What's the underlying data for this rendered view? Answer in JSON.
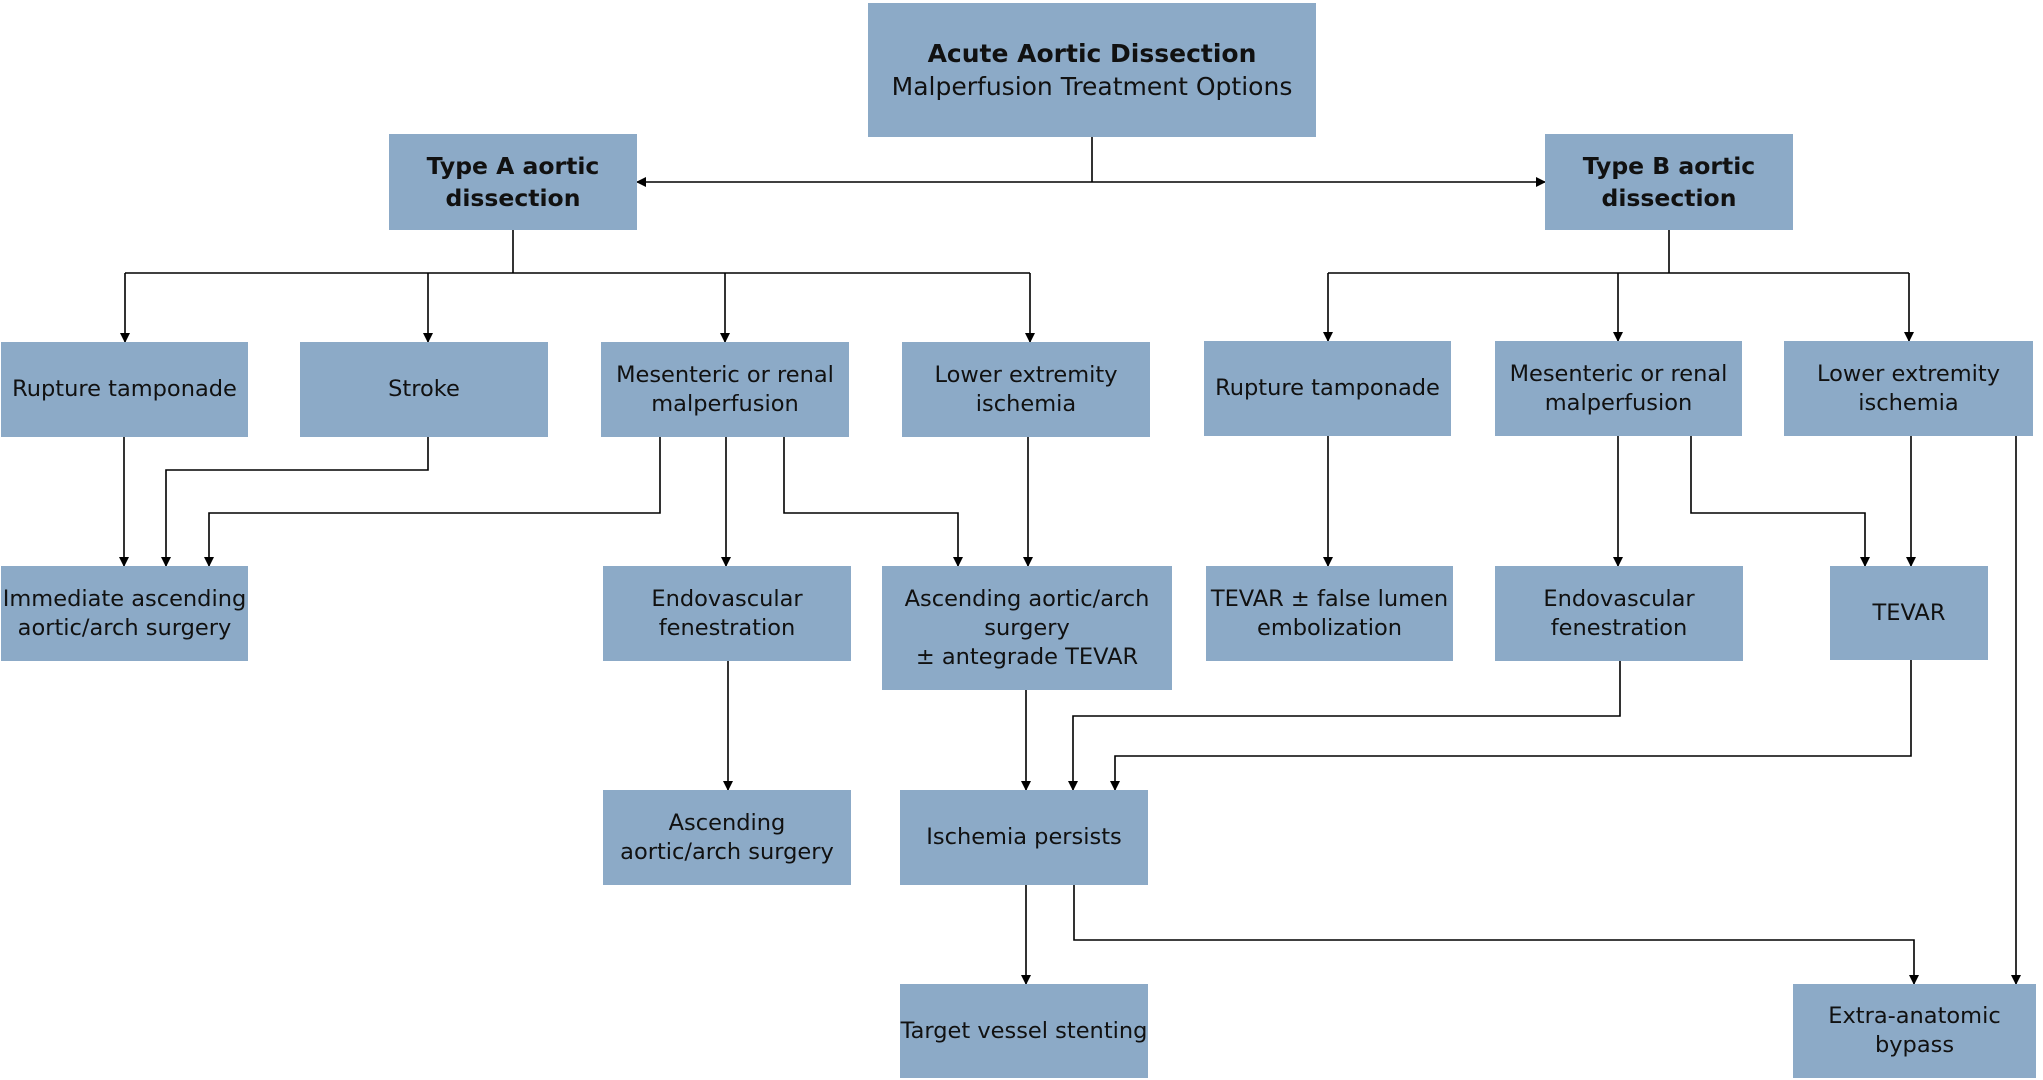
{
  "title": {
    "main": "Acute Aortic Dissection",
    "sub": "Malperfusion Treatment Options"
  },
  "nodes": {
    "type_a": [
      "Type A aortic",
      "dissection"
    ],
    "type_b": [
      "Type B aortic",
      "dissection"
    ],
    "a_rupture": [
      "Rupture tamponade"
    ],
    "a_stroke": [
      "Stroke"
    ],
    "a_mesenteric": [
      "Mesenteric or renal",
      "malperfusion"
    ],
    "a_lower": [
      "Lower extremity",
      "ischemia"
    ],
    "b_rupture": [
      "Rupture tamponade"
    ],
    "b_mesenteric": [
      "Mesenteric or renal",
      "malperfusion"
    ],
    "b_lower": [
      "Lower extremity",
      "ischemia"
    ],
    "immediate": [
      "Immediate ascending",
      "aortic/arch surgery"
    ],
    "a_endo": [
      "Endovascular",
      "fenestration"
    ],
    "asc_arch_tevar": [
      "Ascending aortic/arch",
      "surgery",
      "± antegrade TEVAR"
    ],
    "tevar_false": [
      "TEVAR ± false lumen",
      "embolization"
    ],
    "b_endo": [
      "Endovascular",
      "fenestration"
    ],
    "tevar": [
      "TEVAR"
    ],
    "asc_arch": [
      "Ascending",
      "aortic/arch surgery"
    ],
    "ischemia": [
      "Ischemia persists"
    ],
    "target": [
      "Target vessel stenting"
    ],
    "bypass": [
      "Extra-anatomic",
      "bypass"
    ]
  },
  "colors": {
    "box": "#8caac7",
    "line": "#000000",
    "text": "#111111"
  }
}
